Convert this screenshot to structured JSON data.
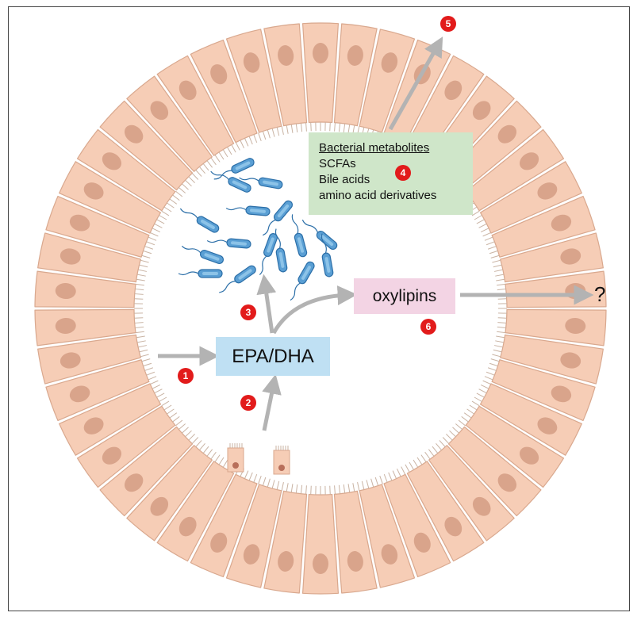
{
  "colors": {
    "cell_fill": "#f6cdb6",
    "cell_stroke": "#d9a88e",
    "nucleus": "#d9a48b",
    "cilia": "#c9b3a3",
    "arrow": "#b3b3b3",
    "bacteria": "#5a9fd4",
    "bacteria_dark": "#2c6fa8",
    "epa_box": "#bfe0f3",
    "oxy_box": "#f3d4e4",
    "metab_box": "#cfe6c9",
    "badge": "#e21b1b"
  },
  "labels": {
    "epa_dha": "EPA/DHA",
    "oxylipins": "oxylipins",
    "question": "?"
  },
  "metabolites": {
    "heading": "Bacterial metabolites",
    "items": [
      "SCFAs",
      "Bile acids",
      "amino acid derivatives"
    ]
  },
  "badges": [
    "1",
    "2",
    "3",
    "4",
    "5",
    "6"
  ]
}
